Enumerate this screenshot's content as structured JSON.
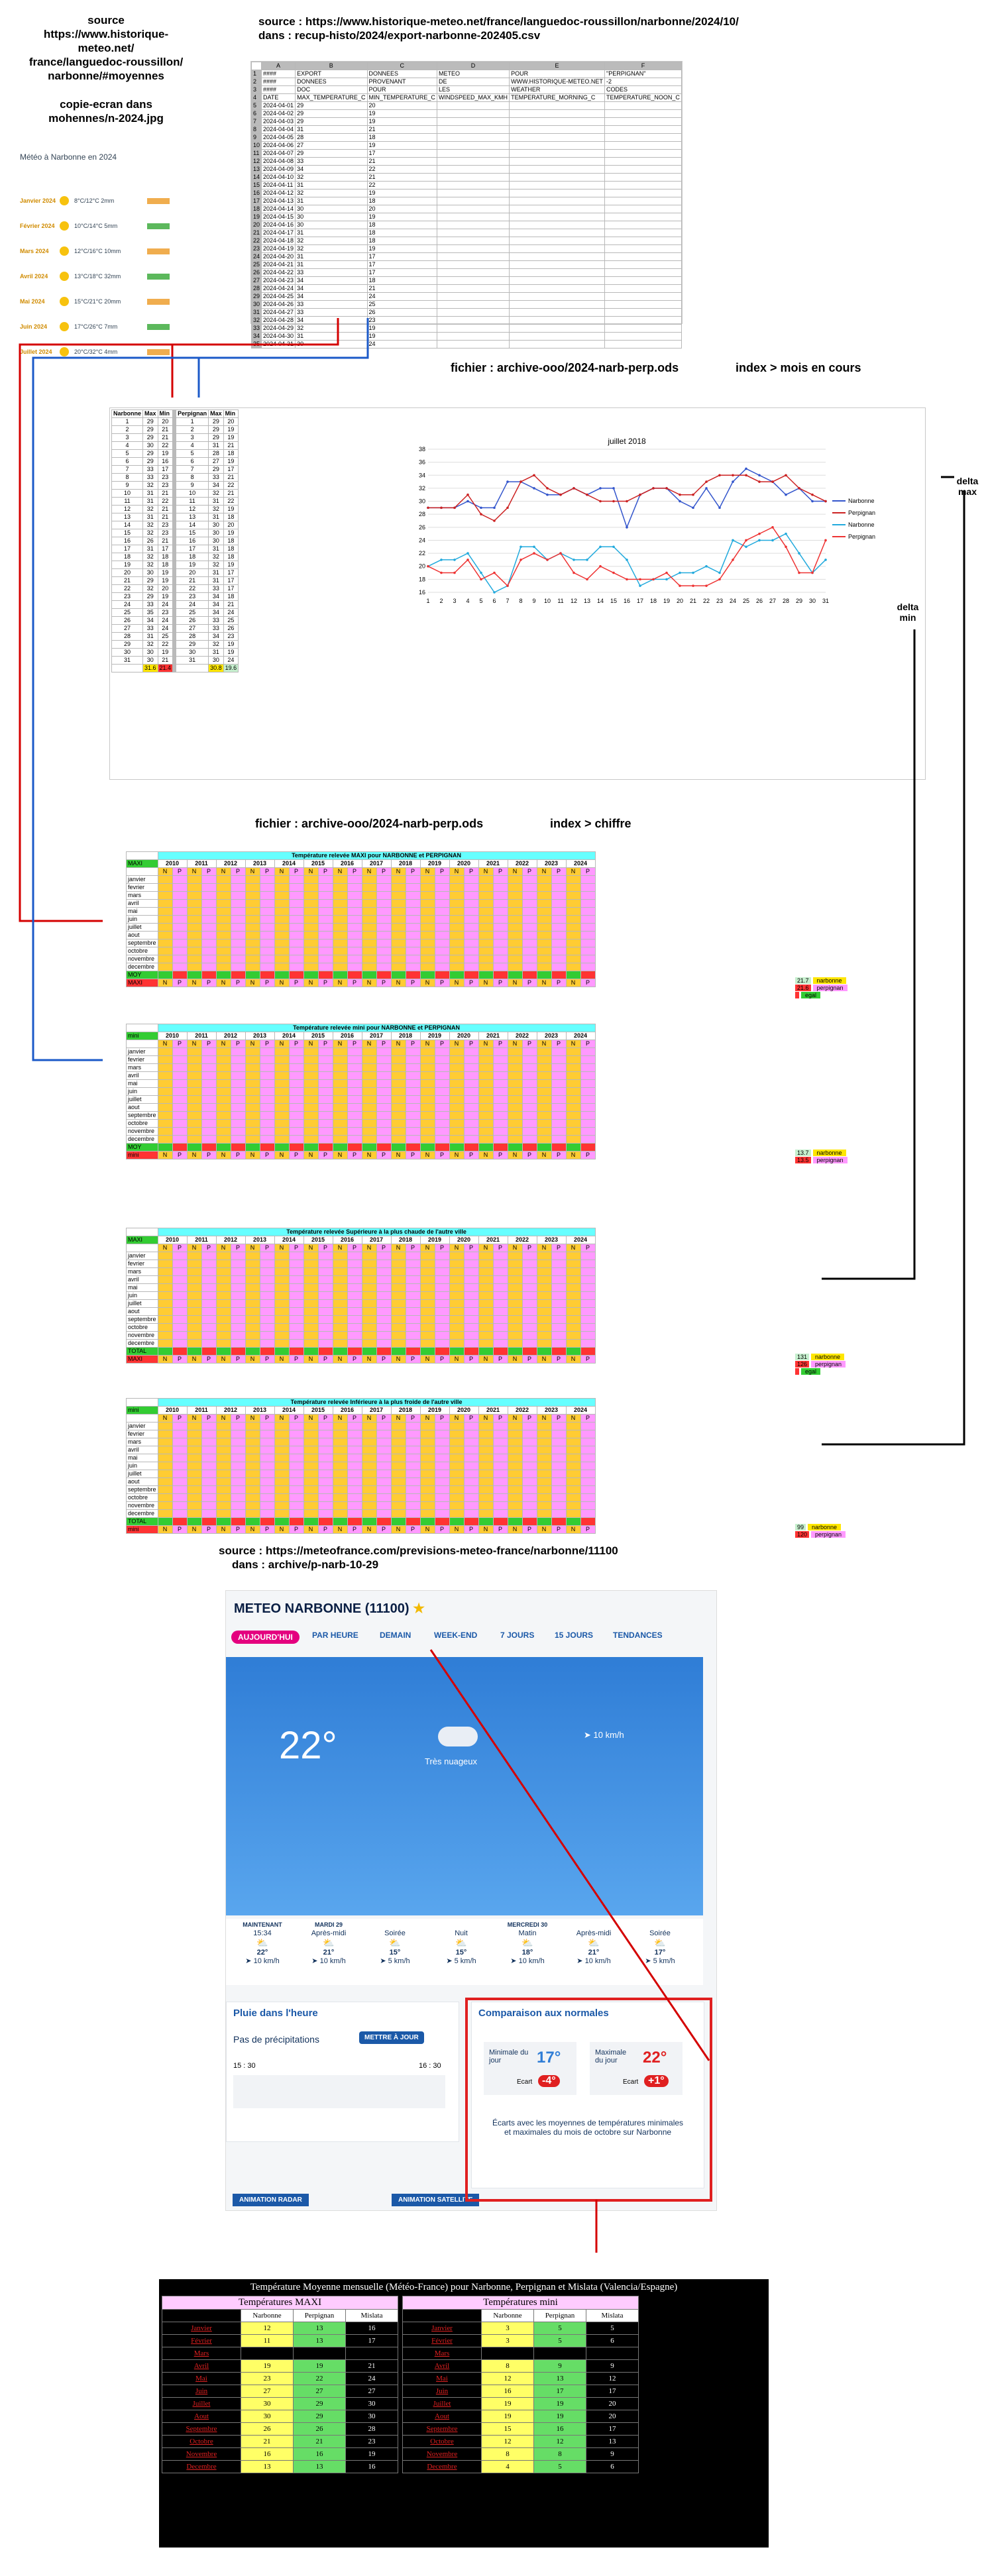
{
  "source1": {
    "lines": [
      "source",
      "https://www.historique-meteo.net/",
      "france/languedoc-roussillon/",
      "narbonne/#moyennes"
    ],
    "copy": [
      "copie-ecran dans",
      "mohennes/n-2024.jpg"
    ]
  },
  "source2": {
    "line1": "source : https://www.historique-meteo.net/france/languedoc-roussillon/narbonne/2024/10/",
    "line2": "dans : recup-histo/2024/export-narbonne-202405.csv"
  },
  "mini_screenshot": {
    "title": "Météo à Narbonne en 2024",
    "rows": [
      {
        "month": "Janvier 2024",
        "t": "8°C/12°C",
        "p": "2mm"
      },
      {
        "month": "Février 2024",
        "t": "10°C/14°C",
        "p": "5mm"
      },
      {
        "month": "Mars 2024",
        "t": "12°C/16°C",
        "p": "10mm"
      },
      {
        "month": "Avril 2024",
        "t": "13°C/18°C",
        "p": "32mm"
      },
      {
        "month": "Mai 2024",
        "t": "15°C/21°C",
        "p": "20mm"
      },
      {
        "month": "Juin 2024",
        "t": "17°C/26°C",
        "p": "7mm"
      },
      {
        "month": "Juillet 2024",
        "t": "20°C/32°C",
        "p": "4mm"
      }
    ]
  },
  "csv": {
    "col_headers": [
      "A",
      "B",
      "C",
      "D",
      "E",
      "F"
    ],
    "row1": [
      "####",
      "EXPORT",
      "DONNEES",
      "METEO",
      "POUR",
      "\"PERPIGNAN\""
    ],
    "row2": [
      "####",
      "DONNEES",
      "PROVENANT",
      "DE",
      "WWW.HISTORIQUE-METEO.NET",
      "-2"
    ],
    "row3": [
      "####",
      "DOC",
      "POUR",
      "LES",
      "WEATHER",
      "CODES"
    ],
    "row4": [
      "DATE",
      "MAX_TEMPERATURE_C",
      "MIN_TEMPERATURE_C",
      "WINDSPEED_MAX_KMH",
      "TEMPERATURE_MORNING_C",
      "TEMPERATURE_NOON_C"
    ]
  },
  "file1": {
    "text": "fichier : archive-ooo/2024-narb-perp.ods",
    "index": "index > mois en cours"
  },
  "monthly": {
    "headers": [
      "Narbonne",
      "Max",
      "Min",
      "",
      "Perpignan",
      "Max",
      "Min"
    ],
    "narb_max": [
      29,
      29,
      29,
      30,
      29,
      29,
      33,
      33,
      32,
      31,
      31,
      32,
      31,
      32,
      32,
      26,
      31,
      32,
      32,
      30,
      29,
      32,
      29,
      33,
      35,
      34,
      33,
      31,
      32,
      30,
      30
    ],
    "narb_min": [
      20,
      21,
      21,
      22,
      19,
      16,
      17,
      23,
      23,
      21,
      22,
      21,
      21,
      23,
      23,
      21,
      17,
      18,
      18,
      19,
      19,
      20,
      19,
      24,
      23,
      24,
      24,
      25,
      22,
      19,
      21
    ],
    "perp_max": [
      29,
      29,
      29,
      31,
      28,
      27,
      29,
      33,
      34,
      32,
      31,
      32,
      31,
      30,
      30,
      30,
      31,
      32,
      32,
      31,
      31,
      33,
      34,
      34,
      34,
      33,
      33,
      34,
      32,
      31,
      30
    ],
    "perp_min": [
      20,
      19,
      19,
      21,
      18,
      19,
      17,
      21,
      22,
      21,
      22,
      19,
      18,
      20,
      19,
      18,
      18,
      18,
      19,
      17,
      17,
      17,
      18,
      21,
      24,
      25,
      26,
      23,
      19,
      19,
      24
    ],
    "avg": [
      "31.6",
      "21.4",
      "30.8",
      "19.6"
    ]
  },
  "chart_data": {
    "type": "line",
    "title": "juillet 2018",
    "x": [
      1,
      2,
      3,
      4,
      5,
      6,
      7,
      8,
      9,
      10,
      11,
      12,
      13,
      14,
      15,
      16,
      17,
      18,
      19,
      20,
      21,
      22,
      23,
      24,
      25,
      26,
      27,
      28,
      29,
      30,
      31
    ],
    "ylim": [
      16,
      38
    ],
    "yticks": [
      16,
      18,
      20,
      22,
      24,
      26,
      28,
      30,
      32,
      34,
      36,
      38
    ],
    "series": [
      {
        "name": "Narbonne",
        "color": "#3355cc",
        "values": [
          29,
          29,
          29,
          30,
          29,
          29,
          33,
          33,
          32,
          31,
          31,
          32,
          31,
          32,
          32,
          26,
          31,
          32,
          32,
          30,
          29,
          32,
          29,
          33,
          35,
          34,
          33,
          31,
          32,
          30,
          30
        ]
      },
      {
        "name": "Perpignan",
        "color": "#cc2222",
        "values": [
          29,
          29,
          29,
          31,
          28,
          27,
          29,
          33,
          34,
          32,
          31,
          32,
          31,
          30,
          30,
          30,
          31,
          32,
          32,
          31,
          31,
          33,
          34,
          34,
          34,
          33,
          33,
          34,
          32,
          31,
          30
        ]
      },
      {
        "name": "Narbonne",
        "color": "#22aadd",
        "values": [
          20,
          21,
          21,
          22,
          19,
          16,
          17,
          23,
          23,
          21,
          22,
          21,
          21,
          23,
          23,
          21,
          17,
          18,
          18,
          19,
          19,
          20,
          19,
          24,
          23,
          24,
          24,
          25,
          22,
          19,
          21
        ]
      },
      {
        "name": "Perpignan",
        "color": "#ee3333",
        "values": [
          20,
          19,
          19,
          21,
          18,
          19,
          17,
          21,
          22,
          21,
          22,
          19,
          18,
          20,
          19,
          18,
          18,
          18,
          19,
          17,
          17,
          17,
          18,
          21,
          24,
          25,
          26,
          23,
          19,
          19,
          24
        ]
      }
    ]
  },
  "annotations": {
    "delta_max": "delta max",
    "delta_min": "delta min"
  },
  "file2": {
    "text": "fichier : archive-ooo/2024-narb-perp.ods",
    "index": "index > chiffre"
  },
  "years": [
    "2010",
    "2011",
    "2012",
    "2013",
    "2014",
    "2015",
    "2016",
    "2017",
    "2018",
    "2019",
    "2020",
    "2021",
    "2022",
    "2023",
    "2024"
  ],
  "months": [
    "janvier",
    "fevrier",
    "mars",
    "avril",
    "mai",
    "juin",
    "juillet",
    "aout",
    "septembre",
    "octobre",
    "novembre",
    "decembre"
  ],
  "grid1": {
    "title": "Température relevée MAXI pour NARBONNE et PERPIGNAN",
    "head": "MAXI",
    "foot": "MOY",
    "foot2": "MAXI",
    "legend": [
      "narbonne",
      "perpignan",
      "egal"
    ],
    "legend_vals": [
      "21.7",
      "21.6"
    ]
  },
  "grid2": {
    "title": "Température relevée mini pour NARBONNE et PERPIGNAN",
    "head": "mini",
    "foot": "MOY",
    "foot2": "mini",
    "legend": [
      "narbonne",
      "perpignan"
    ],
    "legend_vals": [
      "13.7",
      "13.5"
    ]
  },
  "grid3": {
    "title": "Température relevée Supérieure à la plus chaude de l'autre ville",
    "head": "MAXI",
    "foot": "TOTAL",
    "foot2": "MAXI",
    "legend": [
      "narbonne",
      "perpignan",
      "egal"
    ],
    "legend_vals": [
      "131",
      "126"
    ]
  },
  "grid4": {
    "title": "Température relevée Inférieure à la plus froide de l'autre ville",
    "head": "mini",
    "foot": "TOTAL",
    "foot2": "mini",
    "legend": [
      "narbonne",
      "perpignan"
    ],
    "legend_vals": [
      "99",
      "120"
    ]
  },
  "np": [
    "N",
    "P"
  ],
  "source3": {
    "line1": "source : https://meteofrance.com/previsions-meteo-france/narbonne/11100",
    "line2": "dans : archive/p-narb-10-29"
  },
  "meteo": {
    "title": "METEO NARBONNE (11100)",
    "tabs": [
      "AUJOURD'HUI",
      "PAR HEURE",
      "DEMAIN",
      "WEEK-END",
      "7 JOURS",
      "15 JOURS",
      "TENDANCES"
    ],
    "temp": "22°",
    "sky": "Très nuageux",
    "wind": "10 km/h",
    "forecast": [
      {
        "label": "MAINTENANT",
        "time": "15:34",
        "temp": "22°",
        "wind": "10 km/h"
      },
      {
        "label": "MARDI 29",
        "time": "Après-midi",
        "temp": "21°",
        "wind": "10 km/h"
      },
      {
        "label": "",
        "time": "Soirée",
        "temp": "15°",
        "wind": "5 km/h"
      },
      {
        "label": "",
        "time": "Nuit",
        "temp": "15°",
        "wind": "5 km/h"
      },
      {
        "label": "MERCREDI 30",
        "time": "Matin",
        "temp": "18°",
        "wind": "10 km/h"
      },
      {
        "label": "",
        "time": "Après-midi",
        "temp": "21°",
        "wind": "10 km/h"
      },
      {
        "label": "",
        "time": "Soirée",
        "temp": "17°",
        "wind": "5 km/h"
      }
    ],
    "rain_title": "Pluie dans l'heure",
    "rain_text": "Pas de précipitations",
    "rain_btn": "METTRE À JOUR",
    "rain_start": "15 : 30",
    "rain_end": "16 : 30",
    "cmp_title": "Comparaison aux normales",
    "min_label": "Minimale du jour",
    "min_val": "17°",
    "min_gap": "-4°",
    "max_label": "Maximale du jour",
    "max_val": "22°",
    "max_gap": "+1°",
    "gap_label": "Ecart",
    "cmp_note": "Écarts avec les moyennes de températures minimales et maximales du mois de octobre sur Narbonne",
    "btn_radar": "ANIMATION RADAR",
    "btn_sat": "ANIMATION SATELLITE"
  },
  "black_table": {
    "title": "Température Moyenne mensuelle (Météo-France) pour Narbonne, Perpignan et Mislata (Valencia/Espagne)",
    "maxi_title": "Températures MAXI",
    "mini_title": "Températures mini",
    "cols": [
      "Narbonne",
      "Perpignan",
      "Mislata"
    ],
    "rows": [
      {
        "m": "Janvier",
        "a": [
          12,
          13,
          16
        ],
        "b": [
          3,
          5,
          5
        ]
      },
      {
        "m": "Février",
        "a": [
          11,
          13,
          17
        ],
        "b": [
          3,
          5,
          6
        ]
      },
      {
        "m": "Mars",
        "a": [
          null,
          null,
          null
        ],
        "b": [
          null,
          null,
          null
        ]
      },
      {
        "m": "Avril",
        "a": [
          19,
          19,
          21
        ],
        "b": [
          8,
          9,
          9
        ]
      },
      {
        "m": "Mai",
        "a": [
          23,
          22,
          24
        ],
        "b": [
          12,
          13,
          12
        ]
      },
      {
        "m": "Juin",
        "a": [
          27,
          27,
          27
        ],
        "b": [
          16,
          17,
          17
        ]
      },
      {
        "m": "Juillet",
        "a": [
          30,
          29,
          30
        ],
        "b": [
          19,
          19,
          20
        ]
      },
      {
        "m": "Aout",
        "a": [
          30,
          29,
          30
        ],
        "b": [
          19,
          19,
          20
        ]
      },
      {
        "m": "Septembre",
        "a": [
          26,
          26,
          28
        ],
        "b": [
          15,
          16,
          17
        ]
      },
      {
        "m": "Octobre",
        "a": [
          21,
          21,
          23
        ],
        "b": [
          12,
          12,
          13
        ]
      },
      {
        "m": "Novembre",
        "a": [
          16,
          16,
          19
        ],
        "b": [
          8,
          8,
          9
        ]
      },
      {
        "m": "Decembre",
        "a": [
          13,
          13,
          16
        ],
        "b": [
          4,
          5,
          6
        ]
      }
    ]
  }
}
